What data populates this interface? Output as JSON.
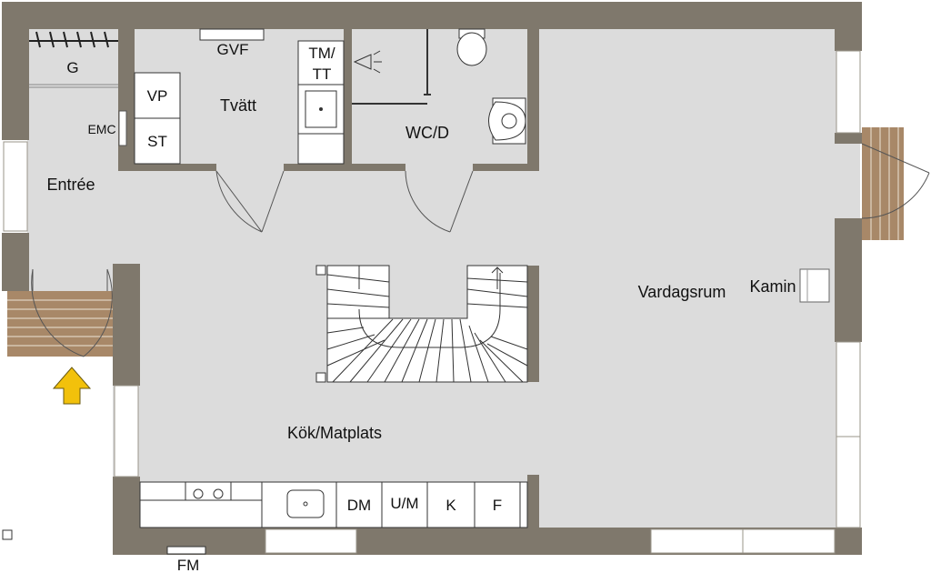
{
  "rooms": {
    "entrance": "Entrée",
    "laundry": "Tvätt",
    "toilet_shower": "WC/D",
    "kitchen_dining": "Kök/Matplats",
    "living_room": "Vardagsrum"
  },
  "fixtures": {
    "wardrobe": "G",
    "floor_drain": "GVF",
    "water_heater": "VP",
    "drying_cabinet": "ST",
    "washer_dryer_line1": "TM/",
    "washer_dryer_line2": "TT",
    "electrical_cabinet": "EMC",
    "fireplace": "Kamin",
    "dishwasher": "DM",
    "oven_micro": "U/M",
    "fridge": "K",
    "freezer": "F",
    "microwave_shelf": "FM"
  },
  "colors": {
    "wall": "#7f786c",
    "floor": "#dcdcdc",
    "deck": "#a88868",
    "deck_line": "#ede3d6",
    "entrance_arrow": "#f2c10b",
    "outline": "#444444"
  }
}
